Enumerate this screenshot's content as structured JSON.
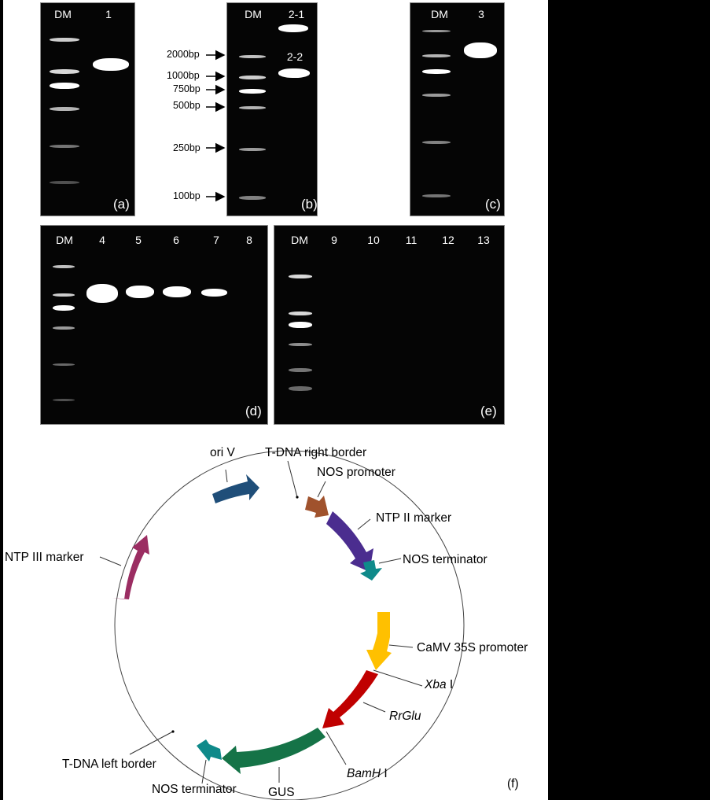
{
  "figure": {
    "panels": {
      "a": {
        "label": "(a)",
        "lanes": [
          "DM",
          "1"
        ]
      },
      "b": {
        "label": "(b)",
        "lanes": [
          "DM",
          "2-1"
        ],
        "band_label_2_2": "2-2",
        "markers": [
          "2000bp",
          "1000bp",
          "750bp",
          "500bp",
          "250bp",
          "100bp"
        ]
      },
      "c": {
        "label": "(c)",
        "lanes": [
          "DM",
          "3"
        ]
      },
      "d": {
        "label": "(d)",
        "lanes": [
          "DM",
          "4",
          "5",
          "6",
          "7",
          "8"
        ]
      },
      "e": {
        "label": "(e)",
        "lanes": [
          "DM",
          "9",
          "10",
          "11",
          "12",
          "13"
        ]
      },
      "f": {
        "label": "(f)",
        "features": {
          "ori_v": "ori V",
          "tdna_right": "T-DNA right border",
          "nos_promoter": "NOS promoter",
          "ntp2": "NTP II marker",
          "nos_term_1": "NOS terminator",
          "camv35s": "CaMV 35S promoter",
          "xba_italic": "Xba",
          "xba_suffix": " I",
          "rrglu": "RrGlu",
          "bamh_italic": "BamH",
          "bamh_suffix": " I",
          "gus": "GUS",
          "nos_term_2": "NOS terminator",
          "tdna_left": "T-DNA left border",
          "ntp3": "NTP III marker"
        },
        "colors": {
          "ori_v": "#1f4e79",
          "nos_promoter": "#a0522d",
          "ntp2": "#4b2d8f",
          "nos_terminator": "#0f8a8a",
          "camv35s": "#ffc000",
          "rrglu": "#c00000",
          "gus": "#157347",
          "ntp3": "#9b2d62"
        }
      }
    }
  }
}
